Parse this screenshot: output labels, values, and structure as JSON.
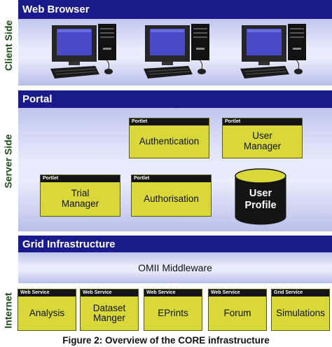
{
  "client_side": {
    "side_label": "Client Side",
    "header": "Web Browser",
    "computers": [
      "computer",
      "computer",
      "computer"
    ]
  },
  "server_side": {
    "side_label": "Server Side",
    "header": "Portal",
    "portlet_tag": "Portlet",
    "portlets": {
      "authentication": "Authentication",
      "user_manager": "User\nManager",
      "trial_manager": "Trial\nManager",
      "authorisation": "Authorisation"
    },
    "database_label": "User\nProfile"
  },
  "grid": {
    "header": "Grid Infrastructure",
    "middleware": "OMII Middleware"
  },
  "internet": {
    "side_label": "Internet",
    "services": [
      {
        "tag": "Web Service",
        "label": "Analysis"
      },
      {
        "tag": "Web Service",
        "label": "Dataset\nManger"
      },
      {
        "tag": "Web Service",
        "label": "EPrints"
      },
      {
        "tag": "Web Service",
        "label": "Forum"
      },
      {
        "tag": "Grid Service",
        "label": "Simulations"
      }
    ]
  },
  "caption": "Figure 2: Overview of the CORE infrastructure",
  "colors": {
    "header_navy": "#1a1a8c",
    "portlet_yellow": "#d8d83a",
    "band_lavender": "#e9ecfa",
    "side_label_green": "#1e4d1a"
  }
}
